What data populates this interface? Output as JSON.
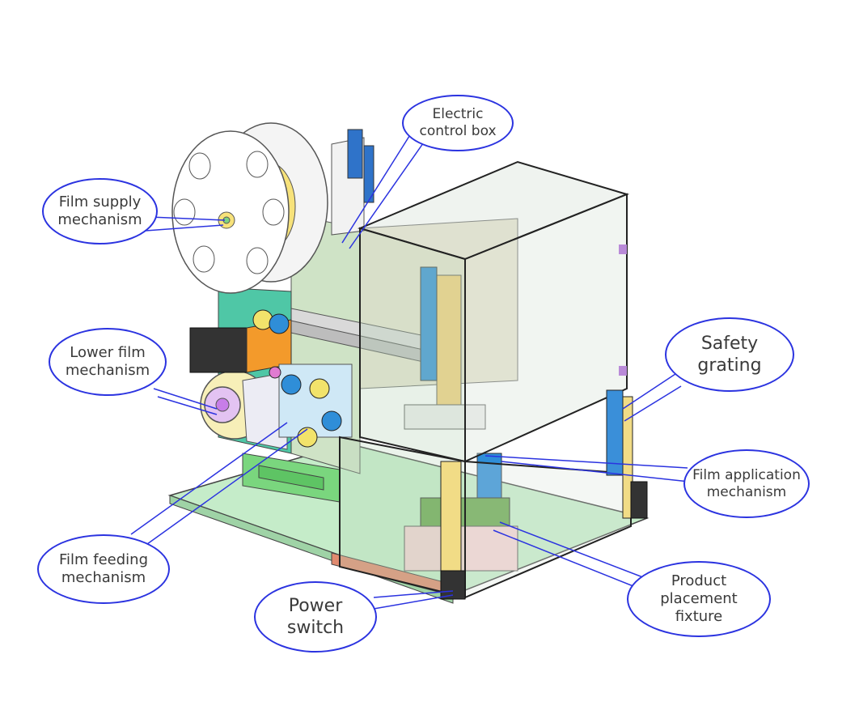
{
  "callouts": {
    "electric_control_box": [
      "Electric",
      "control box"
    ],
    "film_supply": [
      "Film supply",
      "mechanism"
    ],
    "lower_film": [
      "Lower film",
      "mechanism"
    ],
    "safety_grating": [
      "Safety",
      "grating"
    ],
    "film_application": [
      "Film application",
      "mechanism"
    ],
    "film_feeding": [
      "Film feeding",
      "mechanism"
    ],
    "power_switch": [
      "Power",
      "switch"
    ],
    "product_fixture": [
      "Product",
      "placement",
      "fixture"
    ]
  },
  "colors": {
    "outline": "#2b33e0",
    "label_text": "#3a3a3a",
    "glass": "#d8e3d8",
    "base_plate": "#b8e6c0",
    "teal_plate": "#4fc7a6",
    "yellow_parts": "#f2e36b",
    "blue_parts": "#2f8ed8",
    "orange_parts": "#f39a2b",
    "motor": "#333333",
    "red_strip": "#d9765e"
  }
}
